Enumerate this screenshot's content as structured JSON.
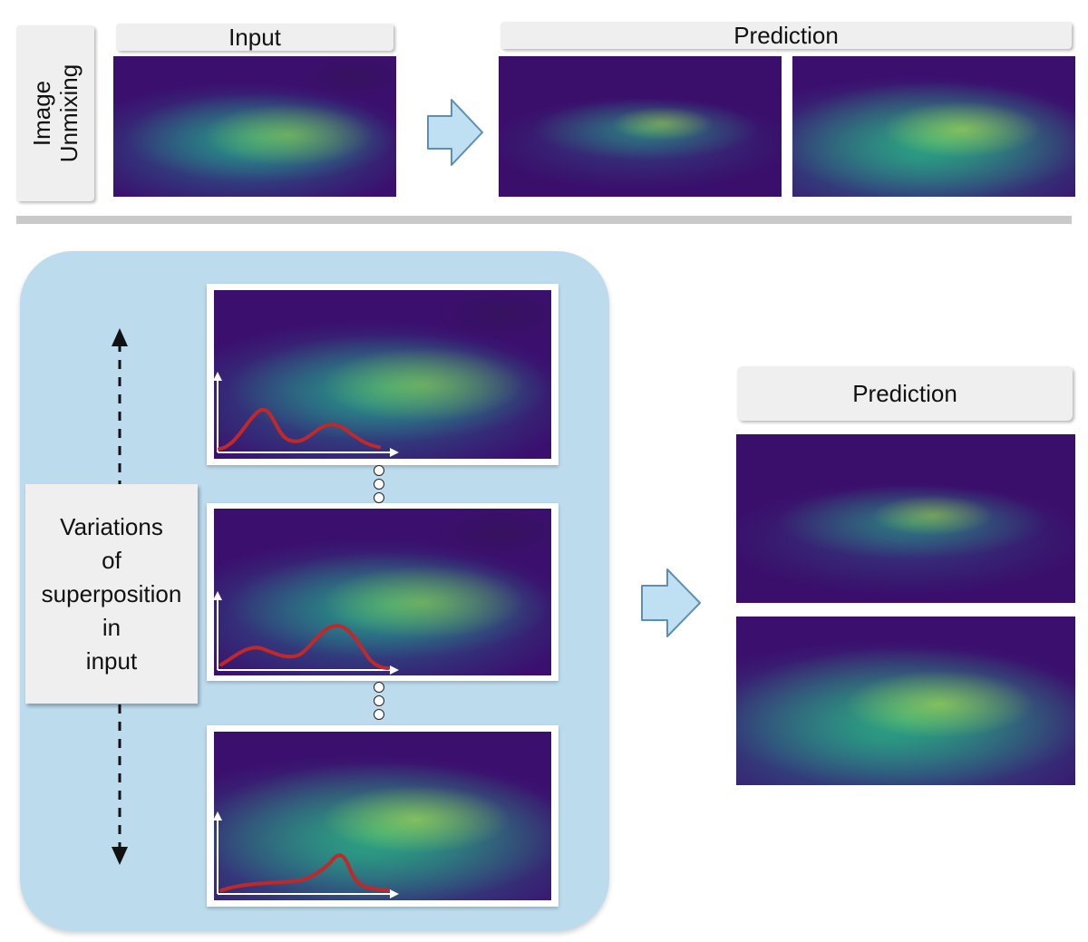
{
  "top": {
    "row_label_line1": "Image",
    "row_label_line2": "Unmixing",
    "input_label": "Input",
    "prediction_label": "Prediction"
  },
  "bottom": {
    "variation_lines": [
      "Variations",
      "of",
      "superposition",
      "in",
      "input"
    ],
    "prediction_label": "Prediction",
    "curve_color": "#c0282a"
  },
  "colors": {
    "panel_blue": "#bcdcee",
    "arrow_fill": "#bfe0f2",
    "arrow_stroke": "#5c8fb3",
    "tag_gray": "#efefef"
  }
}
